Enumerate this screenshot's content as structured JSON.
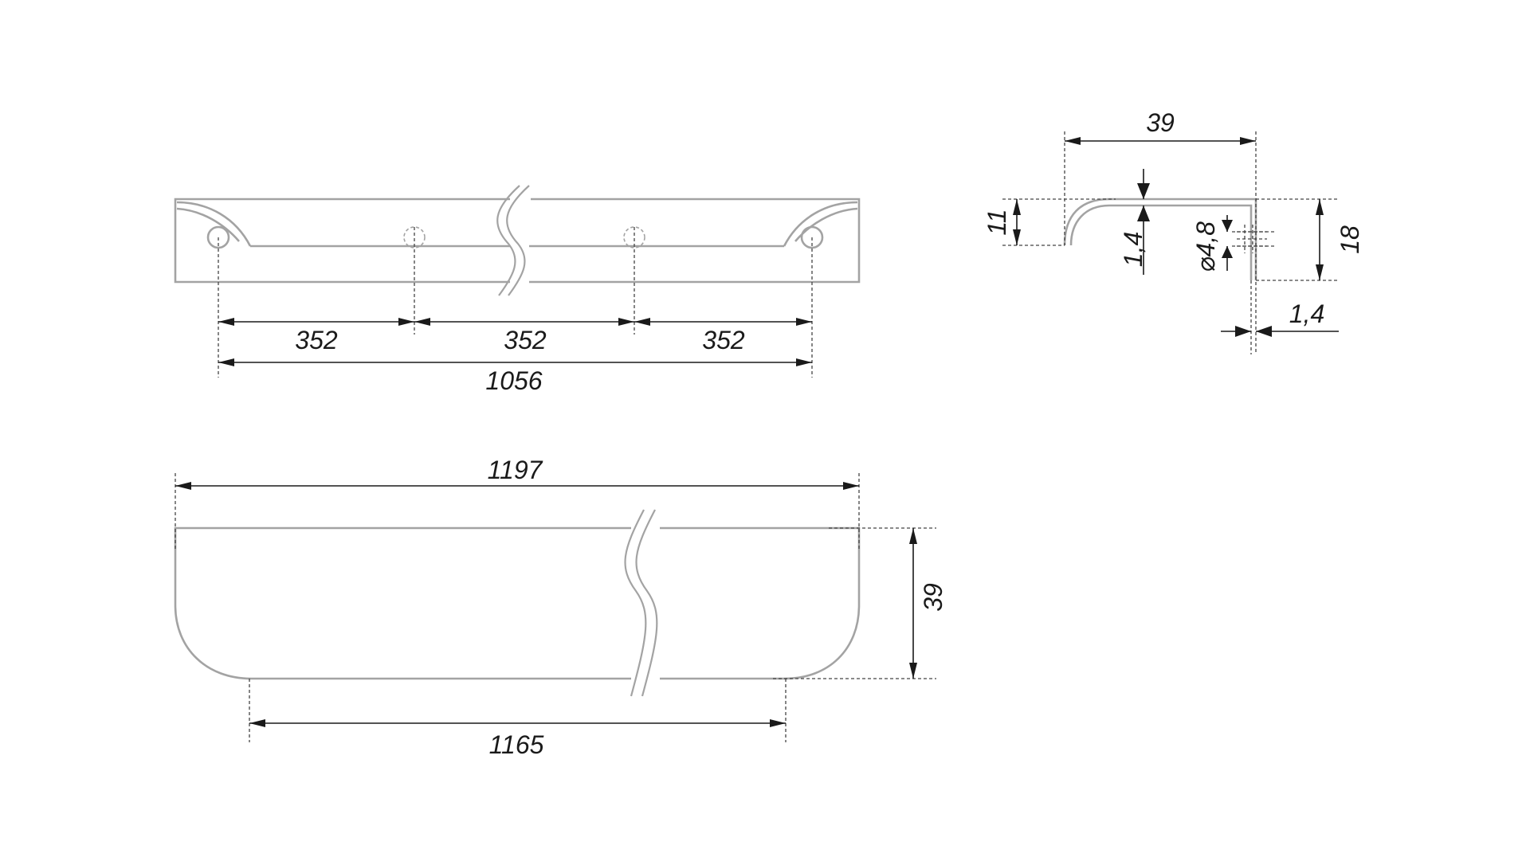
{
  "front_view": {
    "spacing_1": "352",
    "spacing_2": "352",
    "spacing_3": "352",
    "hole_span": "1056"
  },
  "bottom_view": {
    "overall_length": "1197",
    "base_length": "1165",
    "depth": "39"
  },
  "profile_section": {
    "width": "39",
    "lip_height": "11",
    "wall_thickness_top": "1,4",
    "hole_diameter": "⌀4,8",
    "total_height": "18",
    "wall_thickness_side": "1,4"
  }
}
